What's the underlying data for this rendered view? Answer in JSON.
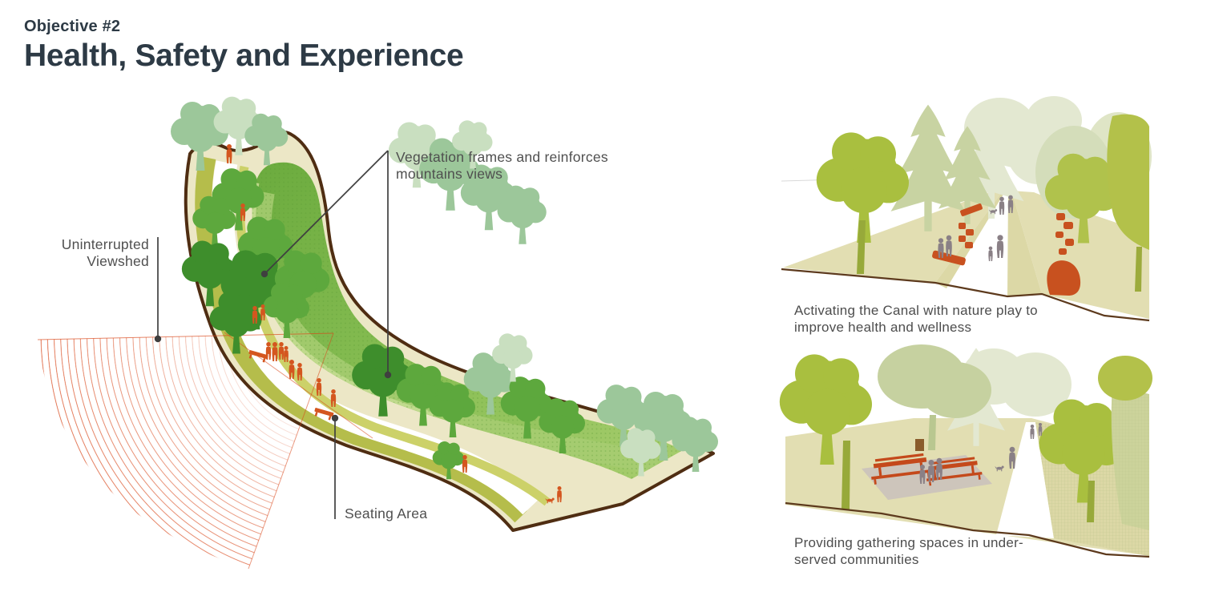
{
  "header": {
    "kicker": "Objective #2",
    "title": "Health, Safety and Experience"
  },
  "diagram": {
    "name": "canal corridor axonometric diagram",
    "annotations": {
      "viewshed": "Uninterrupted Viewshed",
      "vegetation": "Vegetation frames and reinforces mountains views",
      "seating": "Seating Area"
    }
  },
  "figures": [
    {
      "id": "nature-play",
      "caption": "Activating the Canal with nature play to improve health and wellness"
    },
    {
      "id": "gathering",
      "caption": "Providing gathering spaces in under-served communities"
    }
  ],
  "colors": {
    "title_text": "#2d3a45",
    "label_text": "#4f4f4f",
    "corridor_outline_brown": "#4f2d12",
    "corridor_tan": "#ece7c6",
    "corridor_olive_band": "#b5bd4b",
    "corridor_yellow_band": "#ccd169",
    "meadow_green_dark": "#72b043",
    "meadow_green_light": "#a8cd6e",
    "tree_dark_green": "#3e8e2c",
    "tree_medium_green": "#5da83d",
    "tree_sage_green": "#9cc79a",
    "tree_pale_sage": "#c9dfc0",
    "figure_chartreuse": "#a9bf3f",
    "figure_olive": "#b3c14a",
    "figure_khaki_ground": "#e2deb2",
    "plaza_taupe": "#cdc5bb",
    "people_orange": "#d4561f",
    "people_gray": "#8a8086",
    "viewshed_red": "#d84315",
    "ground_line_brown": "#5d3a1d"
  }
}
